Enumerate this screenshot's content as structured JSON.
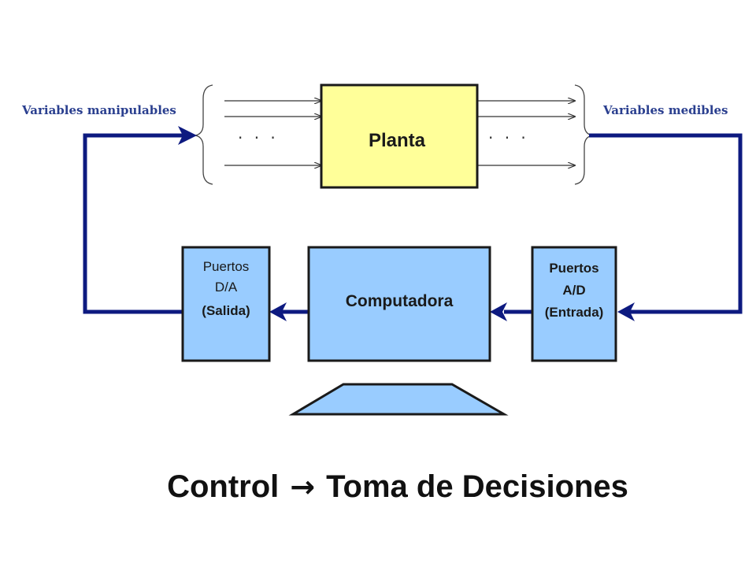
{
  "diagram": {
    "labels": {
      "variables_manipulables": "Variables manipulables",
      "variables_medibles": "Variables medibles",
      "planta": "Planta",
      "input_ellipsis": "· · ·",
      "output_ellipsis": "· · ·",
      "computadora": "Computadora",
      "da_port": {
        "line1": "Puertos",
        "line2": "D/A",
        "line3": "(Salida)"
      },
      "ad_port": {
        "line1": "Puertos",
        "line2": "A/D",
        "line3": "(Entrada)"
      }
    },
    "colors": {
      "loop_line": "#0d1a80",
      "planta_fill": "#ffff99",
      "box_fill": "#99ccff",
      "box_stroke": "#1a1a1a"
    }
  },
  "caption": {
    "left": "Control",
    "arrow": "→",
    "right": "Toma de Decisiones"
  }
}
